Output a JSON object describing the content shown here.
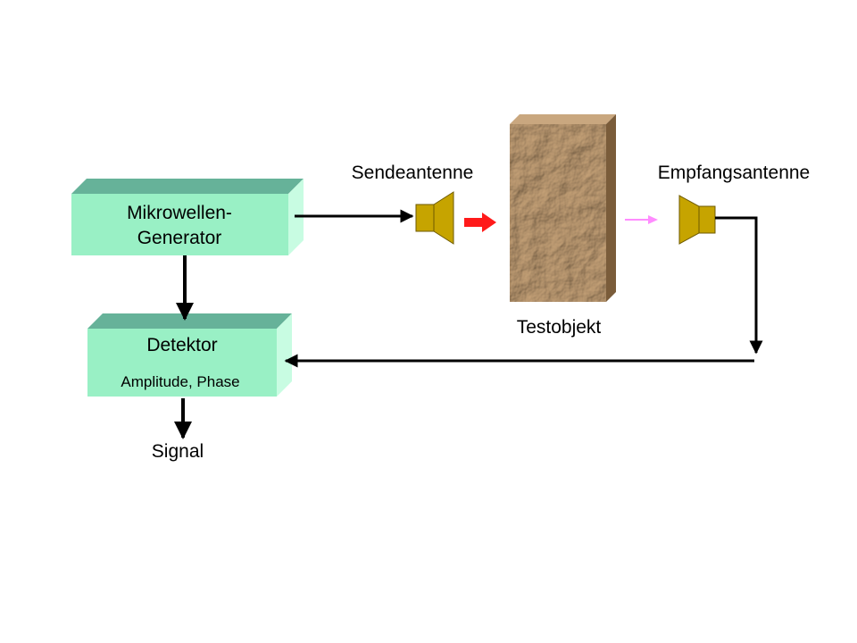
{
  "generator": {
    "line1": "Mikrowellen-",
    "line2": "Generator"
  },
  "detector": {
    "title": "Detektor",
    "subtitle": "Amplitude,  Phase"
  },
  "labels": {
    "transmit_antenna": "Sendeantenne",
    "receive_antenna": "Empfangsantenne",
    "test_object": "Testobjekt",
    "signal": "Signal"
  },
  "colors": {
    "box_front": "#99f0c5",
    "box_top": "#66b299",
    "box_side": "#c8fce2",
    "antenna_fill": "#c6a400",
    "antenna_stroke": "#6e5a00",
    "transmitted_wave_arrow": "#ff1a1a",
    "received_wave_arrow": "#ff8cff",
    "test_object_front": "#b08c66",
    "test_object_side": "#7a5c3a",
    "test_object_top": "#c9a77f",
    "connection_line": "#000000"
  }
}
